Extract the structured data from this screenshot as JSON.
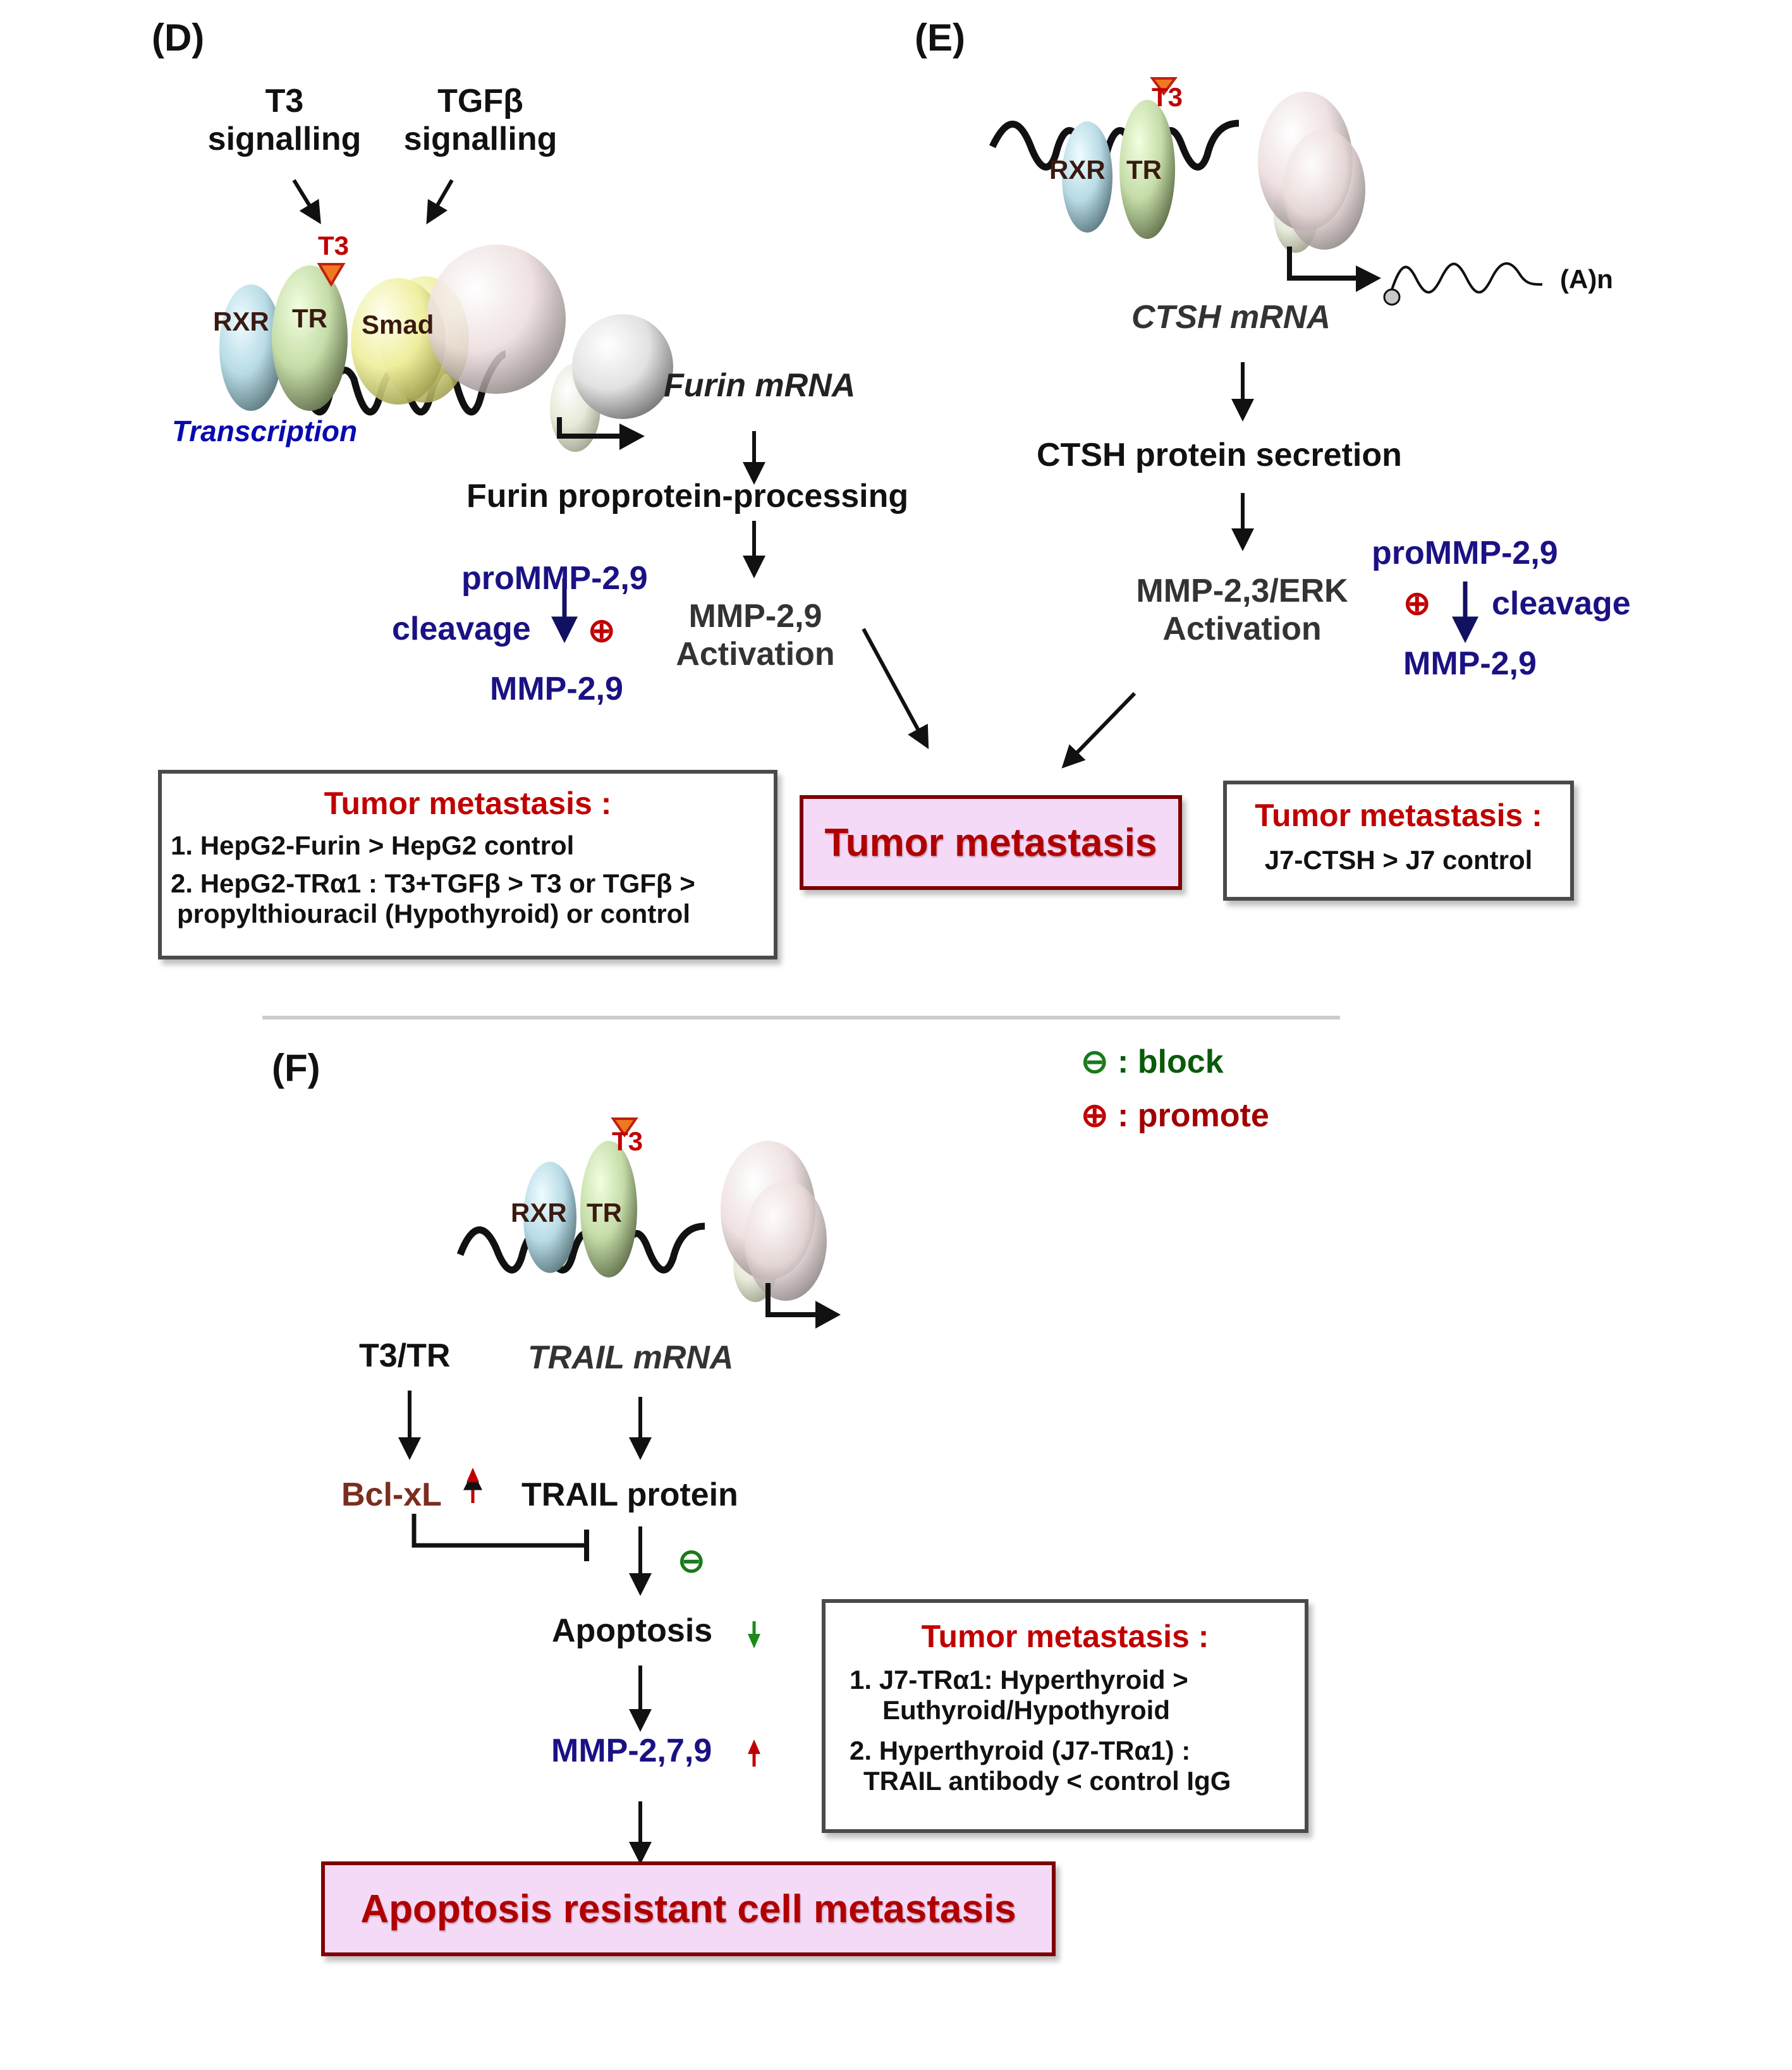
{
  "panels": {
    "D": {
      "label": "(D)",
      "inputs": [
        {
          "line1": "T3",
          "line2": "signalling"
        },
        {
          "line1": "TGFβ",
          "line2": "signalling"
        }
      ],
      "complex": {
        "proteins": [
          "RXR",
          "TR",
          "Smad"
        ],
        "ligand": "T3"
      },
      "transcription_label": "Transcription",
      "mrna": "Furin mRNA",
      "step1": "Furin proprotein-processing",
      "step2_line1": "MMP-2,9",
      "step2_line2": "Activation",
      "side": {
        "pro": "proMMP-2,9",
        "action": "cleavage",
        "sign": "⊕",
        "product": "MMP-2,9"
      },
      "evidence_box": {
        "title": "Tumor metastasis :",
        "lines": [
          "1. HepG2-Furin > HepG2 control",
          "2. HepG2-TRα1 : T3+TGFβ > T3 or TGFβ >",
          "propylthiouracil (Hypothyroid) or control"
        ]
      }
    },
    "E": {
      "label": "(E)",
      "complex": {
        "proteins": [
          "RXR",
          "TR"
        ],
        "ligand": "T3"
      },
      "mrna": "CTSH mRNA",
      "polya": "(A)n",
      "step1": "CTSH protein secretion",
      "step2_line1": "MMP-2,3/ERK",
      "step2_line2": "Activation",
      "side": {
        "pro": "proMMP-2,9",
        "action": "cleavage",
        "sign": "⊕",
        "product": "MMP-2,9"
      },
      "evidence_box": {
        "title": "Tumor metastasis :",
        "lines": [
          "J7-CTSH > J7 control"
        ]
      }
    },
    "center_outcome": "Tumor metastasis",
    "F": {
      "label": "(F)",
      "legend": [
        {
          "symbol": "⊖",
          "text": ": block"
        },
        {
          "symbol": "⊕",
          "text": ": promote"
        }
      ],
      "complex": {
        "proteins": [
          "RXR",
          "TR"
        ],
        "ligand": "T3"
      },
      "left_input": "T3/TR",
      "mrna": "TRAIL mRNA",
      "bcl": "Bcl-xL",
      "trail_protein": "TRAIL protein",
      "block_sign": "⊖",
      "apoptosis": "Apoptosis",
      "mmp": "MMP-2,7,9",
      "outcome": "Apoptosis resistant cell metastasis",
      "evidence_box": {
        "title": "Tumor metastasis :",
        "lines": [
          "1. J7-TRα1: Hyperthyroid >",
          "Euthyroid/Hypothyroid",
          "2. Hyperthyroid (J7-TRα1) :",
          "TRAIL antibody < control IgG"
        ]
      }
    }
  },
  "colors": {
    "navy": "#1a1283",
    "red": "#c00000",
    "green": "#1a7a1a",
    "outcome_fill": "#f5daf8",
    "outcome_border": "#7d0000"
  }
}
